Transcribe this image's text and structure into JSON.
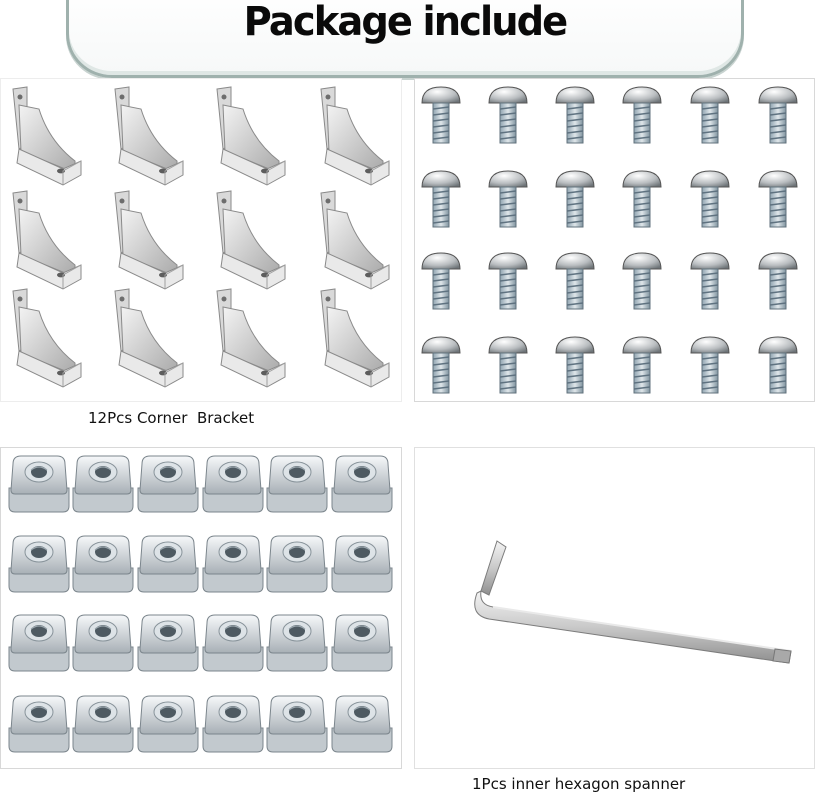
{
  "banner": {
    "title": "Package include"
  },
  "panels": {
    "brackets": {
      "caption": "12Pcs Corner  Bracket",
      "icon": "corner-bracket-icon"
    },
    "screws": {
      "icon": "button-head-screw-icon"
    },
    "nuts": {
      "icon": "square-t-nut-icon"
    },
    "spanner": {
      "caption": "1Pcs inner hexagon spanner",
      "icon": "hex-key-icon"
    }
  }
}
